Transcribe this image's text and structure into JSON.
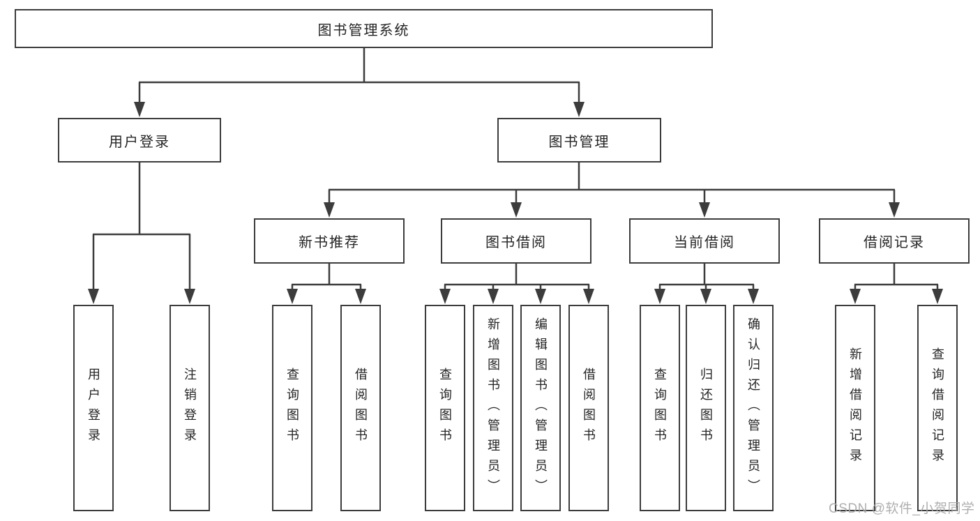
{
  "tree": {
    "root": {
      "label": "图书管理系统"
    },
    "branches": [
      {
        "label": "用户登录",
        "children": [
          {
            "label": "用户登录"
          },
          {
            "label": "注销登录"
          }
        ]
      },
      {
        "label": "图书管理",
        "children": [
          {
            "label": "新书推荐",
            "children": [
              {
                "label": "查询图书"
              },
              {
                "label": "借阅图书"
              }
            ]
          },
          {
            "label": "图书借阅",
            "children": [
              {
                "label": "查询图书"
              },
              {
                "label": "新增图书（管理员）"
              },
              {
                "label": "编辑图书（管理员）"
              },
              {
                "label": "借阅图书"
              }
            ]
          },
          {
            "label": "当前借阅",
            "children": [
              {
                "label": "查询图书"
              },
              {
                "label": "归还图书"
              },
              {
                "label": "确认归还（管理员）"
              }
            ]
          },
          {
            "label": "借阅记录",
            "children": [
              {
                "label": "新增借阅记录"
              },
              {
                "label": "查询借阅记录"
              }
            ]
          }
        ]
      }
    ]
  },
  "watermark": {
    "text": "CSDN @软件_小贺同学",
    "color": "#a8a8a8"
  },
  "colors": {
    "line": "#3c3c3c",
    "box_border": "#3c3c3c",
    "box_background": "#ffffff",
    "text": "#242424",
    "page_background": "#ffffff"
  }
}
